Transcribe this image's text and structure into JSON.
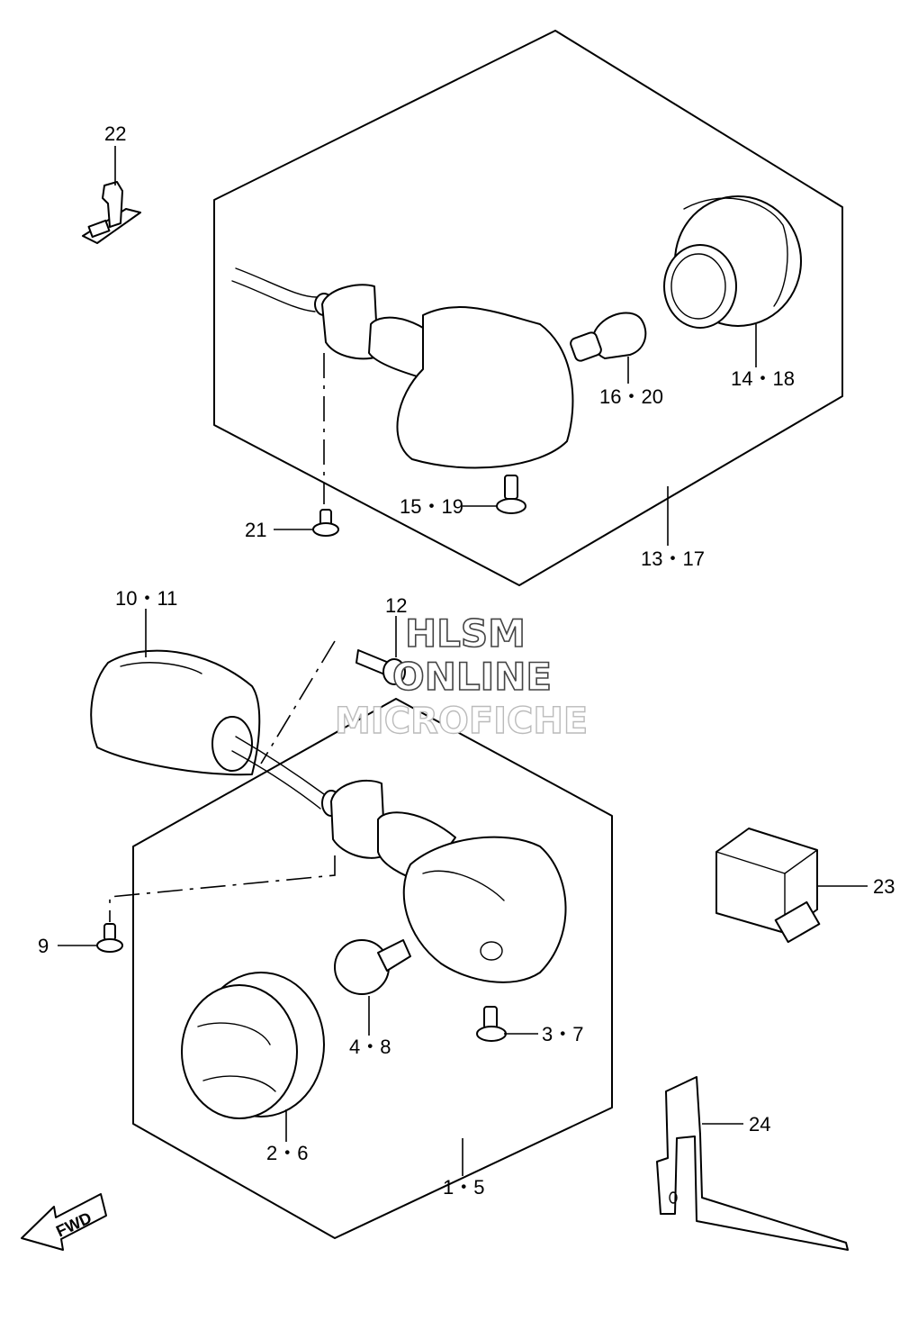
{
  "callouts": {
    "c22": "22",
    "c14_18": "14・18",
    "c16_20": "16・20",
    "c15_19": "15・19",
    "c21": "21",
    "c13_17": "13・17",
    "c10_11": "10・11",
    "c12": "12",
    "c23": "23",
    "c9": "9",
    "c3_7": "3・7",
    "c4_8": "4・8",
    "c24": "24",
    "c2_6": "2・6",
    "c1_5": "1・5"
  },
  "watermark": {
    "line1": "HLSM",
    "line2": "ONLINE",
    "line3": "MICROFICHE"
  },
  "fwd_badge": "FWD"
}
